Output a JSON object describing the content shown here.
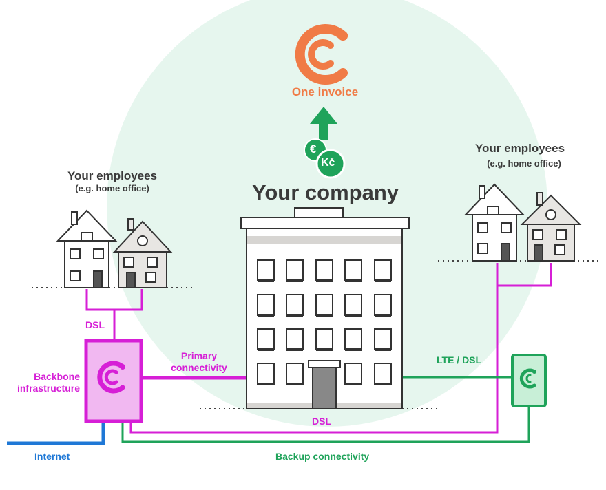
{
  "colors": {
    "brand_orange": "#f07b46",
    "magenta": "#d61fd6",
    "green": "#1fa35a",
    "blue": "#1f78d6",
    "circle_bg": "#e6f6ee",
    "text_dark": "#3a3a3a"
  },
  "top": {
    "label": "One invoice"
  },
  "currency": {
    "euro": "€",
    "czk": "Kč"
  },
  "company": {
    "title": "Your company"
  },
  "employees_left": {
    "title": "Your employees",
    "subtitle": "(e.g. home office)"
  },
  "employees_right": {
    "title": "Your employees",
    "subtitle": "(e.g. home office)"
  },
  "links": {
    "dsl_top": "DSL",
    "primary": "Primary connectivity",
    "backbone": "Backbone infrastructure",
    "lte_dsl": "LTE / DSL",
    "dsl_bottom": "DSL",
    "internet": "Internet",
    "backup": "Backup connectivity"
  },
  "icons": [
    "company-logo-icon",
    "euro-coin-icon",
    "czk-coin-icon",
    "arrow-up-icon",
    "house-icon",
    "office-building-icon",
    "router-icon"
  ]
}
